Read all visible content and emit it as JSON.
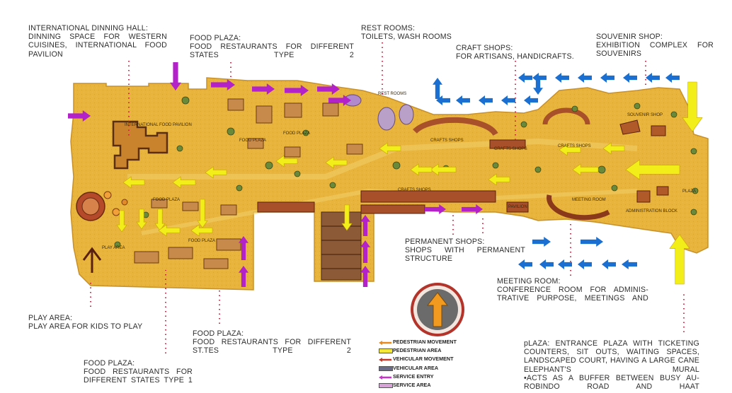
{
  "annotations": {
    "international_dining": {
      "title": "INTERNATIONAL DINNING HALL:",
      "body": "DINNING SPACE FOR WESTERN CUISINES, INTERNATIONAL FOOD PAVILION"
    },
    "food_plaza_top": {
      "title": "FOOD PLAZA:",
      "body": "FOOD RESTAURANTS FOR DIFFERENT STATES TYPE 2"
    },
    "rest_rooms": {
      "title": "REST ROOMS:",
      "body": "TOILETS, WASH ROOMS"
    },
    "craft_shops": {
      "title": "CRAFT SHOPS:",
      "body": "FOR ARTISANS, HANDICRAFTS."
    },
    "souvenir_shop": {
      "title": "SOUVENIR SHOP:",
      "body": "EXHIBITION COMPLEX FOR SOUVENIRS"
    },
    "permanent_shops": {
      "title": "PERMANENT SHOPS:",
      "body": "SHOPS WITH PERMANENT STRUCTURE"
    },
    "meeting_room": {
      "title": "MEETING ROOM:",
      "body": "CONFERENCE ROOM FOR ADMINIS-TRATIVE PURPOSE, MEETINGS AND"
    },
    "play_area": {
      "title": "PLAY AREA:",
      "body": "PLAY AREA FOR KIDS TO PLAY"
    },
    "food_plaza_mid": {
      "title": "FOOD PLAZA:",
      "body": "FOOD RESTAURANTS FOR DIFFERENT ST.TES TYPE 2"
    },
    "food_plaza_bottom": {
      "title": "FOOD PLAZA:",
      "body": "FOOD RESTAURANTS FOR DIFFERENT STATES TYPE 1"
    },
    "plaza": {
      "title": "pLAZA:",
      "body": "ENTRANCE PLAZA WITH TICKETING COUNTERS, SIT OUTS, WAITING SPACES, LANDSCAPED COURT, HAVING A LARGE CANE ELEPHANT'S MURAL",
      "bullet": "•ACTS AS A BUFFER BETWEEN BUSY AU-ROBINDO ROAD AND HAAT"
    }
  },
  "map_labels": {
    "international_food_pavilion": "INTERNATIONAL FOOD PAVILION",
    "rest_rooms": "REST ROOMS",
    "food_plaza_1": "FOOD PLAZA",
    "food_plaza_2": "FOOD PLAZA",
    "food_plaza_3": "FOOD PLAZA",
    "food_plaza_4": "FOOD PLAZA",
    "crafts_shops_1": "CRAFTS SHOPS",
    "crafts_shops_2": "CRAFTS SHOPS",
    "crafts_shops_3": "CRAFTS SHOPS",
    "crafts_shops_4": "CRAFTS SHOPS",
    "souvenir_shop": "SOUVENIR SHOP",
    "meeting_room": "MEETING ROOM",
    "administration_block": "ADMINISTRATION BLOCK",
    "pavilion": "PAVILION",
    "plaza": "PLAZA",
    "play_area": "PLAY AREA"
  },
  "legend": [
    {
      "label": "PEDESTRIAN MOVEMENT",
      "symbol": "arrow",
      "color": "#e8891f"
    },
    {
      "label": "PEDESTRIAN AREA",
      "symbol": "box",
      "color": "#f4e83a"
    },
    {
      "label": "VEHICULAR MOVEMENT",
      "symbol": "arrow",
      "color": "#c0392b"
    },
    {
      "label": "VEHICULAR AREA",
      "symbol": "box",
      "color": "#6a6a8a"
    },
    {
      "label": "SERVICE ENTRY",
      "symbol": "arrow",
      "color": "#cc33cc"
    },
    {
      "label": "SERVICE AREA",
      "symbol": "box",
      "color": "#d9a3d9"
    }
  ],
  "colors": {
    "site": "#e8b43c",
    "site_edge": "#c8902a",
    "pedestrian_arrow": "#f2ee1a",
    "vehicular_arrow": "#1a6fd1",
    "service_arrow": "#b321c9",
    "leader_dots": "#d11a3a",
    "compass_ring": "#b3342a",
    "compass_fill": "#6b6b6b",
    "compass_arrow": "#f29a1f"
  },
  "icons": [
    "north-arrow-icon"
  ]
}
